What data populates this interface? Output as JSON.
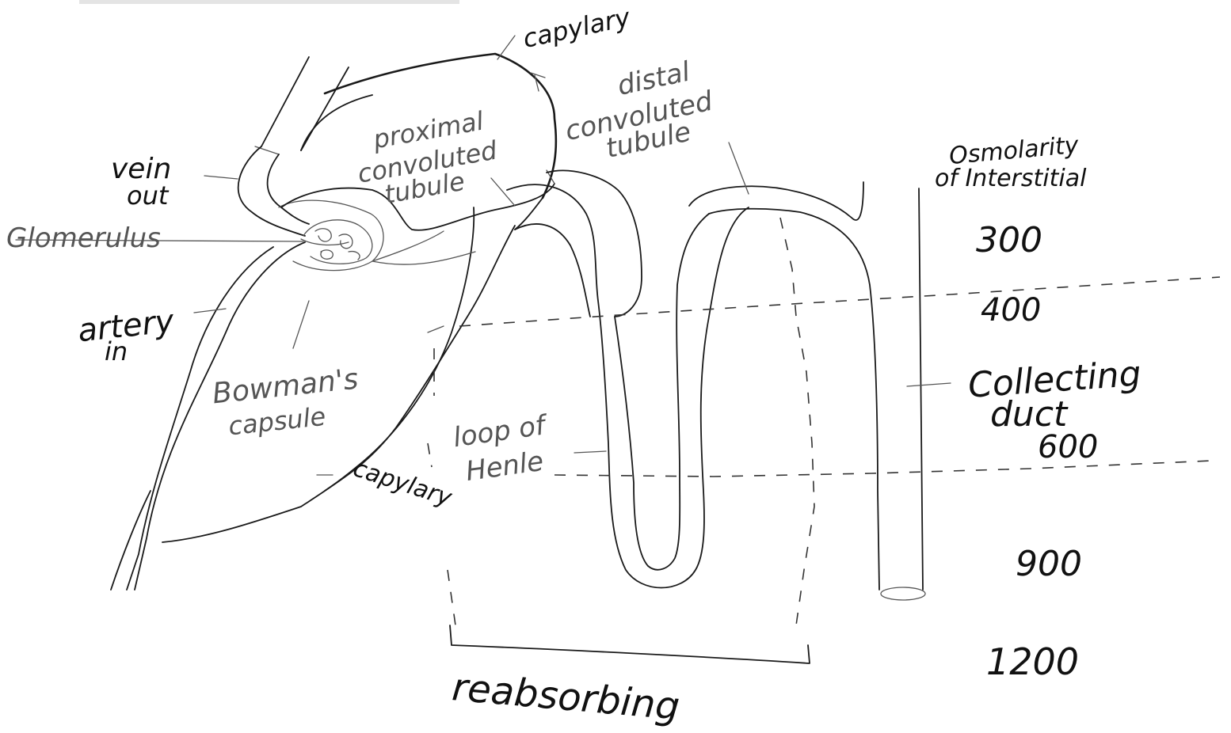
{
  "labels": {
    "capillary_top": "capylary",
    "distal": [
      "distal",
      "convoluted",
      "tubule"
    ],
    "proximal": [
      "proximal",
      "convoluted",
      "tubule"
    ],
    "vein_out": [
      "vein",
      "out"
    ],
    "glomerulus": "Glomerulus",
    "artery_in": [
      "artery",
      "in"
    ],
    "bowmans": [
      "Bowman's",
      "capsule"
    ],
    "loop_of_henle": [
      "loop of",
      "Henle"
    ],
    "capillary_bottom": "capylary",
    "collecting_duct": [
      "Collecting",
      "duct"
    ],
    "reabsorbing": "reabsorbing",
    "osmolarity": [
      "Osmolarity",
      "of Interstitial"
    ]
  },
  "osmolarity_values": [
    "300",
    "400",
    "600",
    "900",
    "1200"
  ]
}
